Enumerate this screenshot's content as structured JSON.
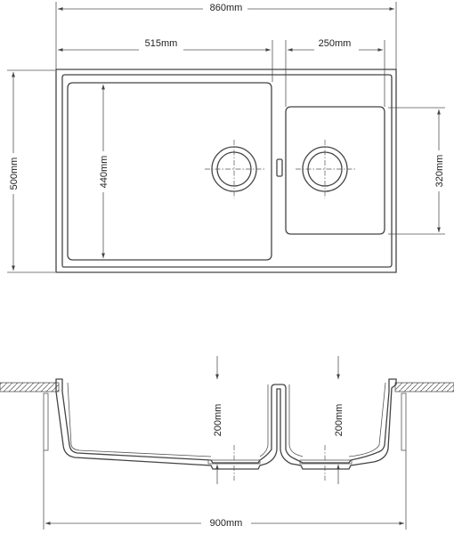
{
  "top_view": {
    "overall_width": "860mm",
    "large_bowl_width": "515mm",
    "small_bowl_width": "250mm",
    "overall_depth": "500mm",
    "large_bowl_depth": "440mm",
    "small_bowl_depth": "320mm"
  },
  "section_view": {
    "large_bowl_height": "200mm",
    "small_bowl_height": "200mm",
    "cabinet_width": "900mm"
  }
}
